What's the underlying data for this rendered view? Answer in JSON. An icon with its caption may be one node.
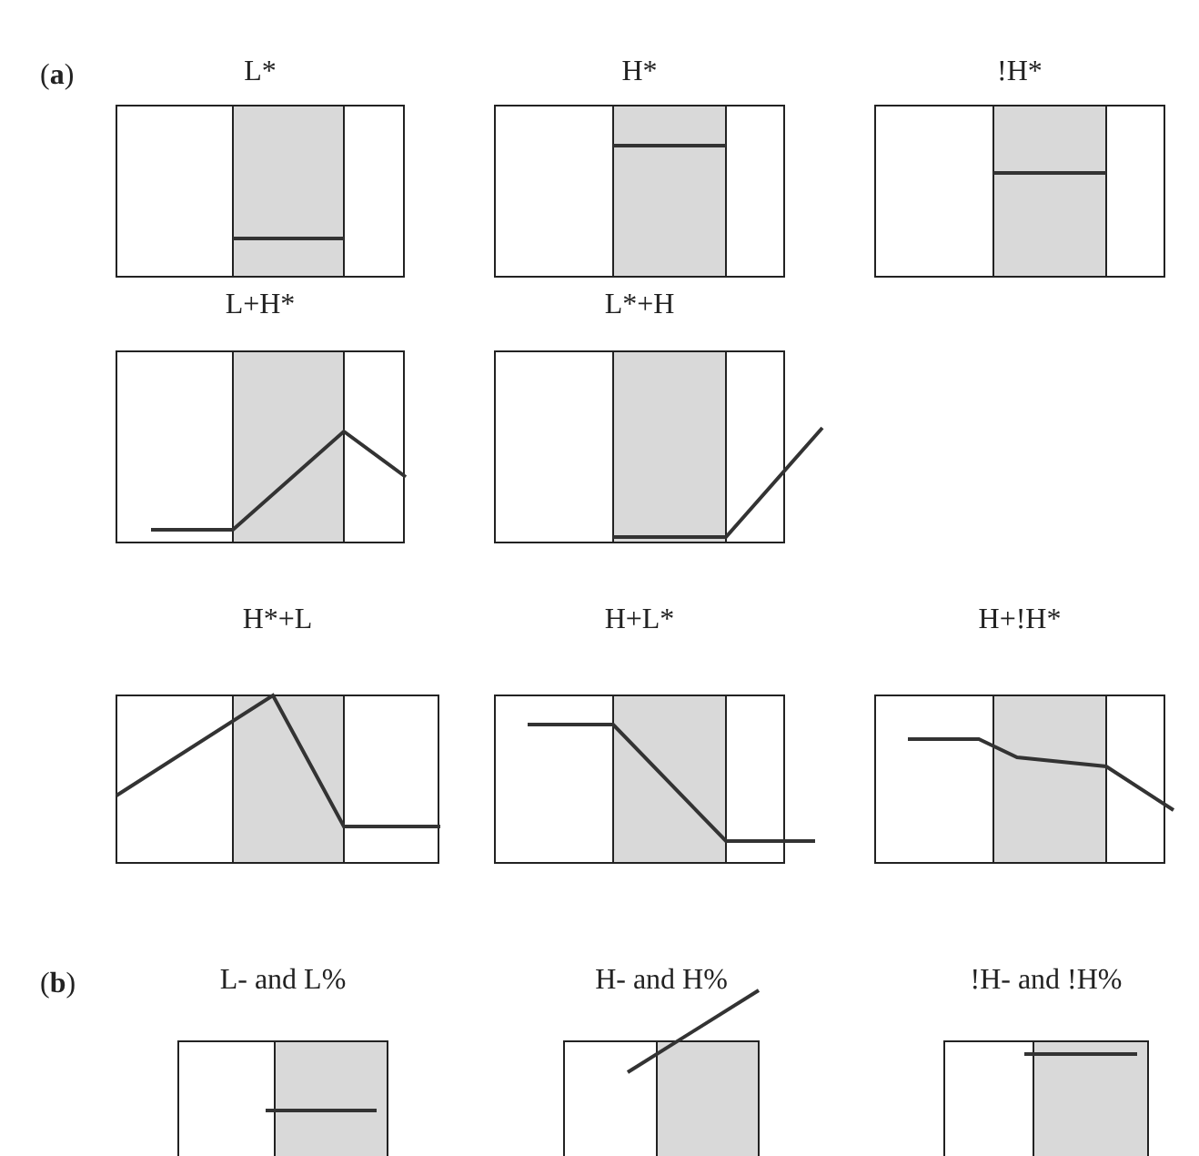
{
  "diagram": {
    "nodes": [
      {
        "text": [
          "L*"
        ]
      },
      {
        "text": [
          "H*"
        ]
      },
      {
        "text": [
          "!H*"
        ]
      },
      {
        "text": [
          "L+H*"
        ]
      },
      {
        "text": [
          "L*+H"
        ]
      },
      {
        "text": [
          "H*+L"
        ]
      },
      {
        "text": [
          "H+L*"
        ]
      },
      {
        "text": [
          "H+!H*"
        ]
      },
      {
        "text": [
          "L- and L%"
        ]
      },
      {
        "text": [
          "H- and H%"
        ]
      },
      {
        "text": [
          "!H- and !H%"
        ]
      }
    ],
    "labels": [
      "(**a**)",
      "(**b**)"
    ]
  }
}
